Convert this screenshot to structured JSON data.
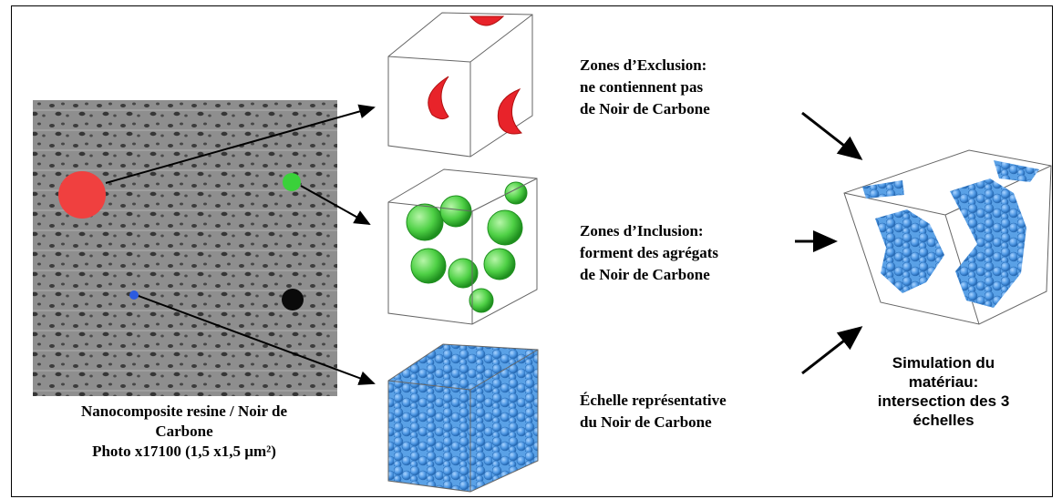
{
  "photo": {
    "caption_line1": "Nanocomposite resine / Noir de",
    "caption_line2": "Carbone",
    "caption_line3": "Photo x17100 (1,5 x1,5 µm²)"
  },
  "zones": [
    {
      "line1": "Zones d’Exclusion:",
      "line2": "ne contiennent pas",
      "line3": "de Noir de Carbone",
      "color": "#e8232a"
    },
    {
      "line1": "Zones d’Inclusion:",
      "line2": "forment des agrégats",
      "line3": "de Noir de Carbone",
      "color": "#3bc83b"
    },
    {
      "line1": "Échelle représentative",
      "line2": "du Noir de Carbone",
      "color": "#3f8fe0"
    }
  ],
  "simulation": {
    "line1": "Simulation du",
    "line2": "matériau:",
    "line3": "intersection des 3",
    "line4": "échelles"
  }
}
